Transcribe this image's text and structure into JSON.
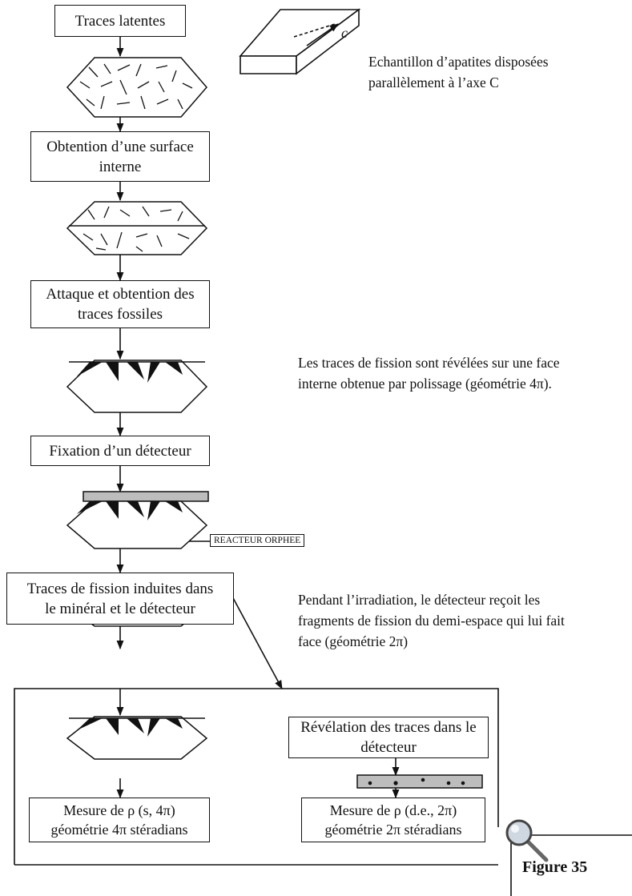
{
  "steps": {
    "latent": "Traces latentes",
    "surface_l1": "Obtention d’une surface",
    "surface_l2": "interne",
    "attack_l1": "Attaque et obtention des",
    "attack_l2": "traces fossiles",
    "detector": "Fixation d’un détecteur",
    "induced_l1": "Traces de fission induites dans",
    "induced_l2": "le minéral et le détecteur",
    "revelation_l1": "Révélation des traces dans le",
    "revelation_l2": "détecteur",
    "measure_s_l1": "Mesure de ρ (s, 4π)",
    "measure_s_l2": "géométrie 4π stéradians",
    "measure_de_l1": "Mesure de ρ (d.e., 2π)",
    "measure_de_l2": "géométrie 2π stéradians"
  },
  "reactor_label": "REACTEUR ORPHEE",
  "notes": {
    "sample": "Echantillon d’apatites disposées\nparallèlement à l’axe C",
    "fission": "Les traces de fission sont révélées sur une face\ninterne obtenue par polissage (géométrie 4π).",
    "irradiation": "Pendant l’irradiation, le détecteur reçoit les\nfragments de fission du demi-espace qui lui fait\nface (géométrie 2π)"
  },
  "axis_label": "c",
  "figure_label": "Figure 35",
  "colors": {
    "detector_fill": "#bdbdbd",
    "line": "#111111"
  }
}
